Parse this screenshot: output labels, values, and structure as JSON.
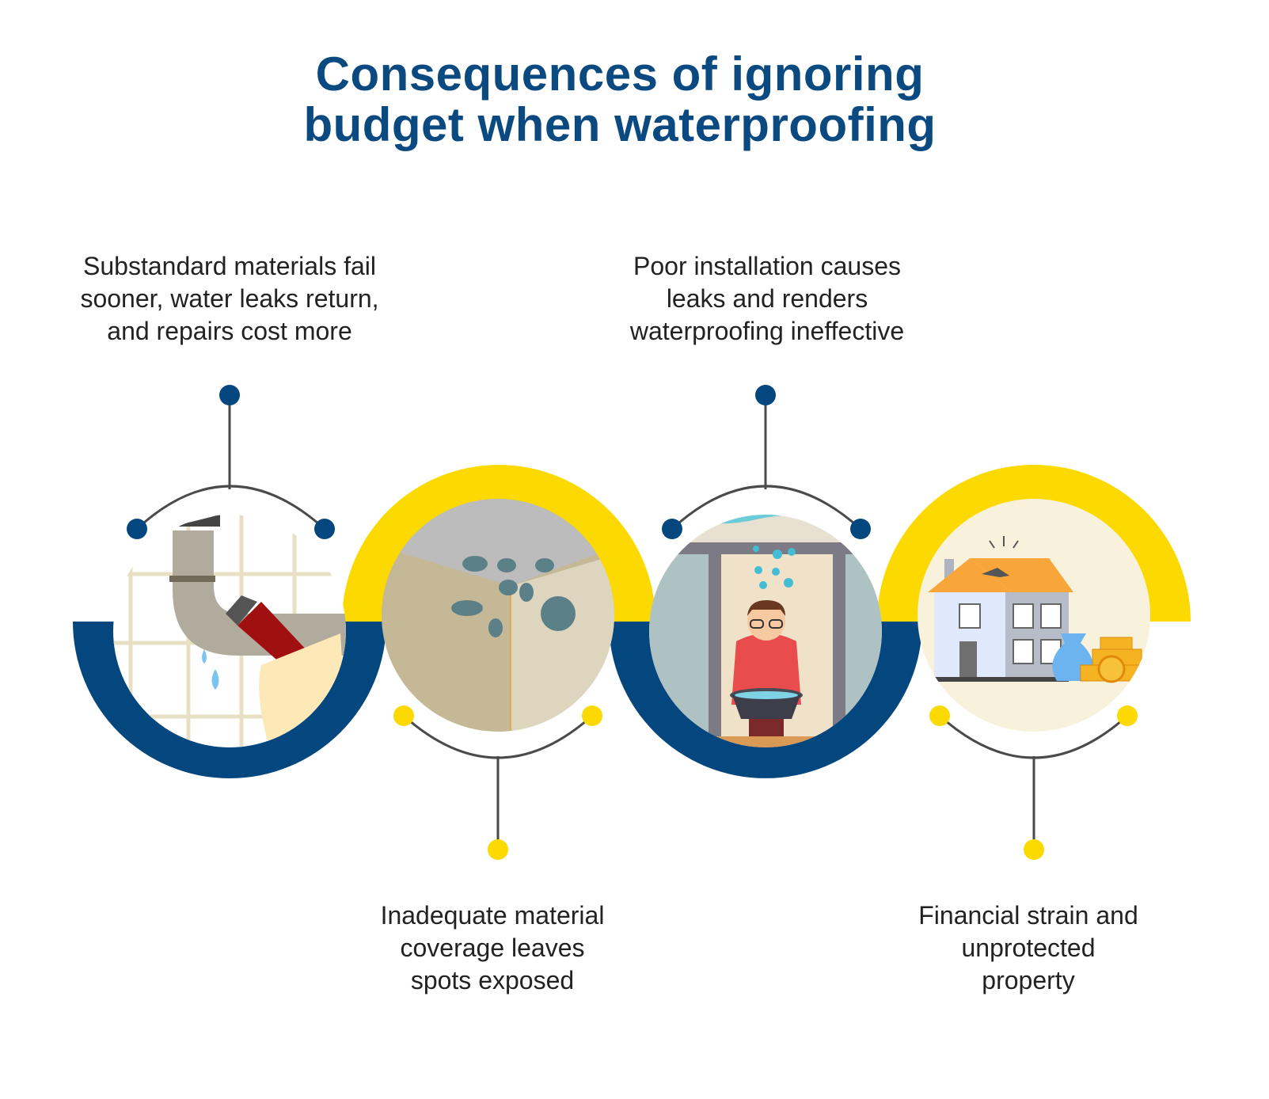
{
  "title": {
    "line1": "Consequences of ignoring",
    "line2": "budget when waterproofing"
  },
  "items": [
    {
      "lines": [
        "Substandard materials fail",
        "sooner, water leaks return,",
        "and repairs cost more"
      ],
      "illustration": "leaking-pipe-wrench",
      "color": "#04467e"
    },
    {
      "lines": [
        "Inadequate material",
        "coverage leaves",
        "spots exposed"
      ],
      "illustration": "moldy-wall-corner",
      "color": "#fcd900"
    },
    {
      "lines": [
        "Poor installation causes",
        "leaks and renders",
        "waterproofing ineffective"
      ],
      "illustration": "man-catching-leak",
      "color": "#04467e"
    },
    {
      "lines": [
        "Financial strain and",
        "unprotected",
        "property"
      ],
      "illustration": "damaged-house-money",
      "color": "#fcd900"
    }
  ],
  "colors": {
    "navy": "#04467e",
    "yellow": "#fcd900",
    "connector": "#4a4a4a"
  }
}
